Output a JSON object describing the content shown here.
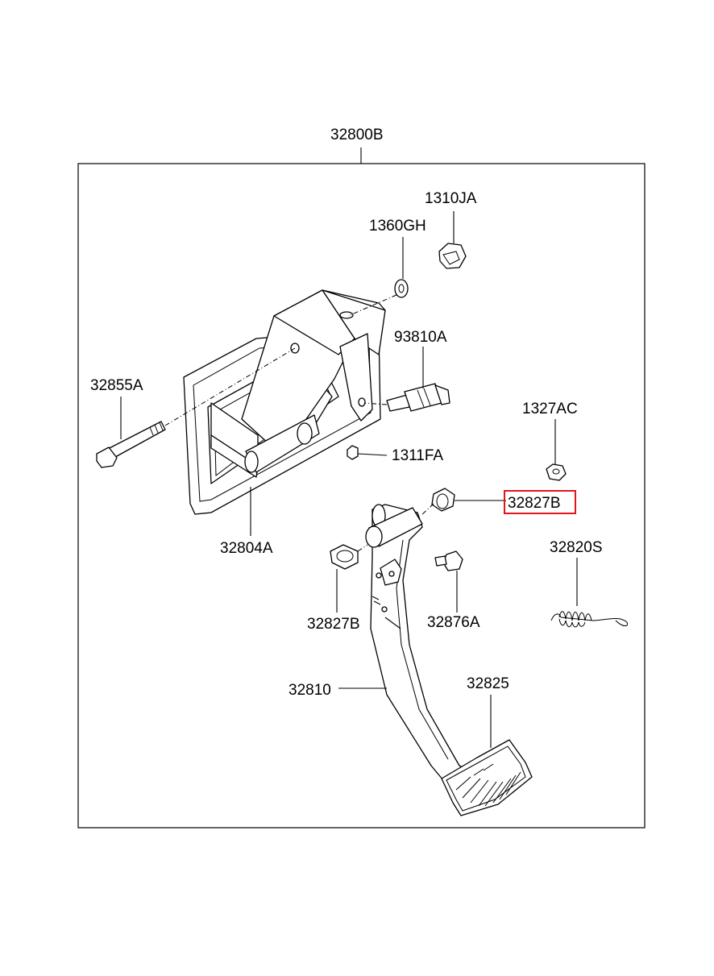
{
  "labels": {
    "l32800B": "32800B",
    "l1310JA": "1310JA",
    "l1360GH": "1360GH",
    "l93810A": "93810A",
    "l32855A": "32855A",
    "l1327AC": "1327AC",
    "l1311FA": "1311FA",
    "l32827B_right": "32827B",
    "l32804A": "32804A",
    "l32820S": "32820S",
    "l32827B_left": "32827B",
    "l32876A": "32876A",
    "l32825": "32825",
    "l32810": "32810"
  },
  "highlight": {
    "color": "#e0161b"
  }
}
